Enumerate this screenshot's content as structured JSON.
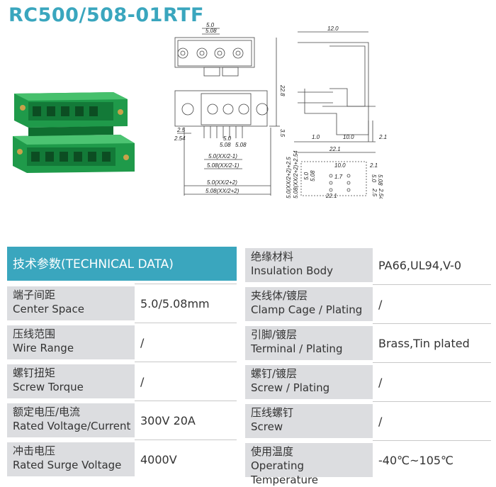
{
  "title": "RC500/508-01RTF",
  "drawing": {
    "dims": {
      "top_5_0": "5.0",
      "top_5_08": "5.08",
      "height_22_8": "22.8",
      "side_3_5": "3.5",
      "left_2_5": "2.5",
      "left_2_54": "2.54",
      "bot_5_0": "5.0",
      "bot_5_08": "5.08",
      "bot_5_08b": "5.08",
      "xx1": "5.0(XX/2-1)",
      "xx2": "5.08(XX/2-1)",
      "xx3": "5.0(XX/2+2)",
      "xx4": "5.08(XX/2+2)",
      "side_12_0": "12.0",
      "side_1_0": "1.0",
      "side_10_0": "10.0",
      "side_2_1": "2.1",
      "side_22_1": "22.1",
      "pcb_10_0": "10.0",
      "pcb_2_1": "2.1",
      "pcb_hole": "1.7",
      "pcb_5_0": "5.0",
      "pcb_5_08": "5.08",
      "pcb_5_0_r": "5.0",
      "pcb_5_08_r": "5.08",
      "pcb_xx_v1": "5.0(XX/2+2)+2.5",
      "pcb_xx_v2": "5.08(XX/2+2)+2.54",
      "pcb_22_1": "22.1",
      "pcb_2_5": "2.5",
      "pcb_2_54": "2.54"
    }
  },
  "table": {
    "header": "技术参数(TECHNICAL DATA)",
    "left_rows": [
      {
        "zh": "端子间距",
        "en": "Center Space",
        "value": "5.0/5.08mm"
      },
      {
        "zh": "压线范围",
        "en": "Wire Range",
        "value": "/"
      },
      {
        "zh": "螺钉扭矩",
        "en": "Screw Torque",
        "value": "/"
      },
      {
        "zh": "额定电压/电流",
        "en": "Rated Voltage/Current",
        "value": "300V 20A"
      },
      {
        "zh": "冲击电压",
        "en": "Rated Surge Voltage",
        "value": "4000V"
      }
    ],
    "right_rows": [
      {
        "zh": "绝缘材料",
        "en": "Insulation Body",
        "value": "PA66,UL94,V-0"
      },
      {
        "zh": "夹线体/镀层",
        "en": "Clamp Cage / Plating",
        "value": "/"
      },
      {
        "zh": "引脚/镀层",
        "en": "Terminal / Plating",
        "value": "Brass,Tin plated"
      },
      {
        "zh": "螺钉/镀层",
        "en": "Screw / Plating",
        "value": "/"
      },
      {
        "zh": "压线螺钉",
        "en": "Screw",
        "value": "/"
      },
      {
        "zh": "使用温度",
        "en": "Operating Temperature",
        "value": "-40℃~105℃"
      }
    ]
  }
}
